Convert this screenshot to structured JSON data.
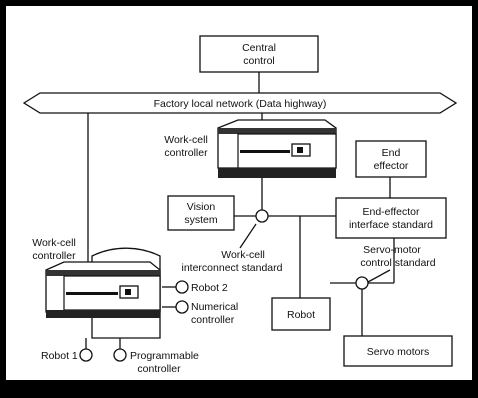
{
  "diagram": {
    "central_control": [
      "Central",
      "control"
    ],
    "network_label": "Factory local network (Data highway)",
    "workcell_controller_top": [
      "Work-cell",
      "controller"
    ],
    "workcell_controller_left": [
      "Work-cell",
      "controller"
    ],
    "vision_system": [
      "Vision",
      "system"
    ],
    "workcell_interconnect": [
      "Work-cell",
      "interconnect standard"
    ],
    "end_effector": [
      "End",
      "effector"
    ],
    "end_effector_interface": [
      "End-effector",
      "interface standard"
    ],
    "servo_motor_control": [
      "Servo-motor",
      "control standard"
    ],
    "robot": "Robot",
    "servo_motors": "Servo motors",
    "robot_2": "Robot 2",
    "numerical_controller": [
      "Numerical",
      "controller"
    ],
    "robot_1": "Robot 1",
    "programmable_controller": [
      "Programmable",
      "controller"
    ]
  }
}
